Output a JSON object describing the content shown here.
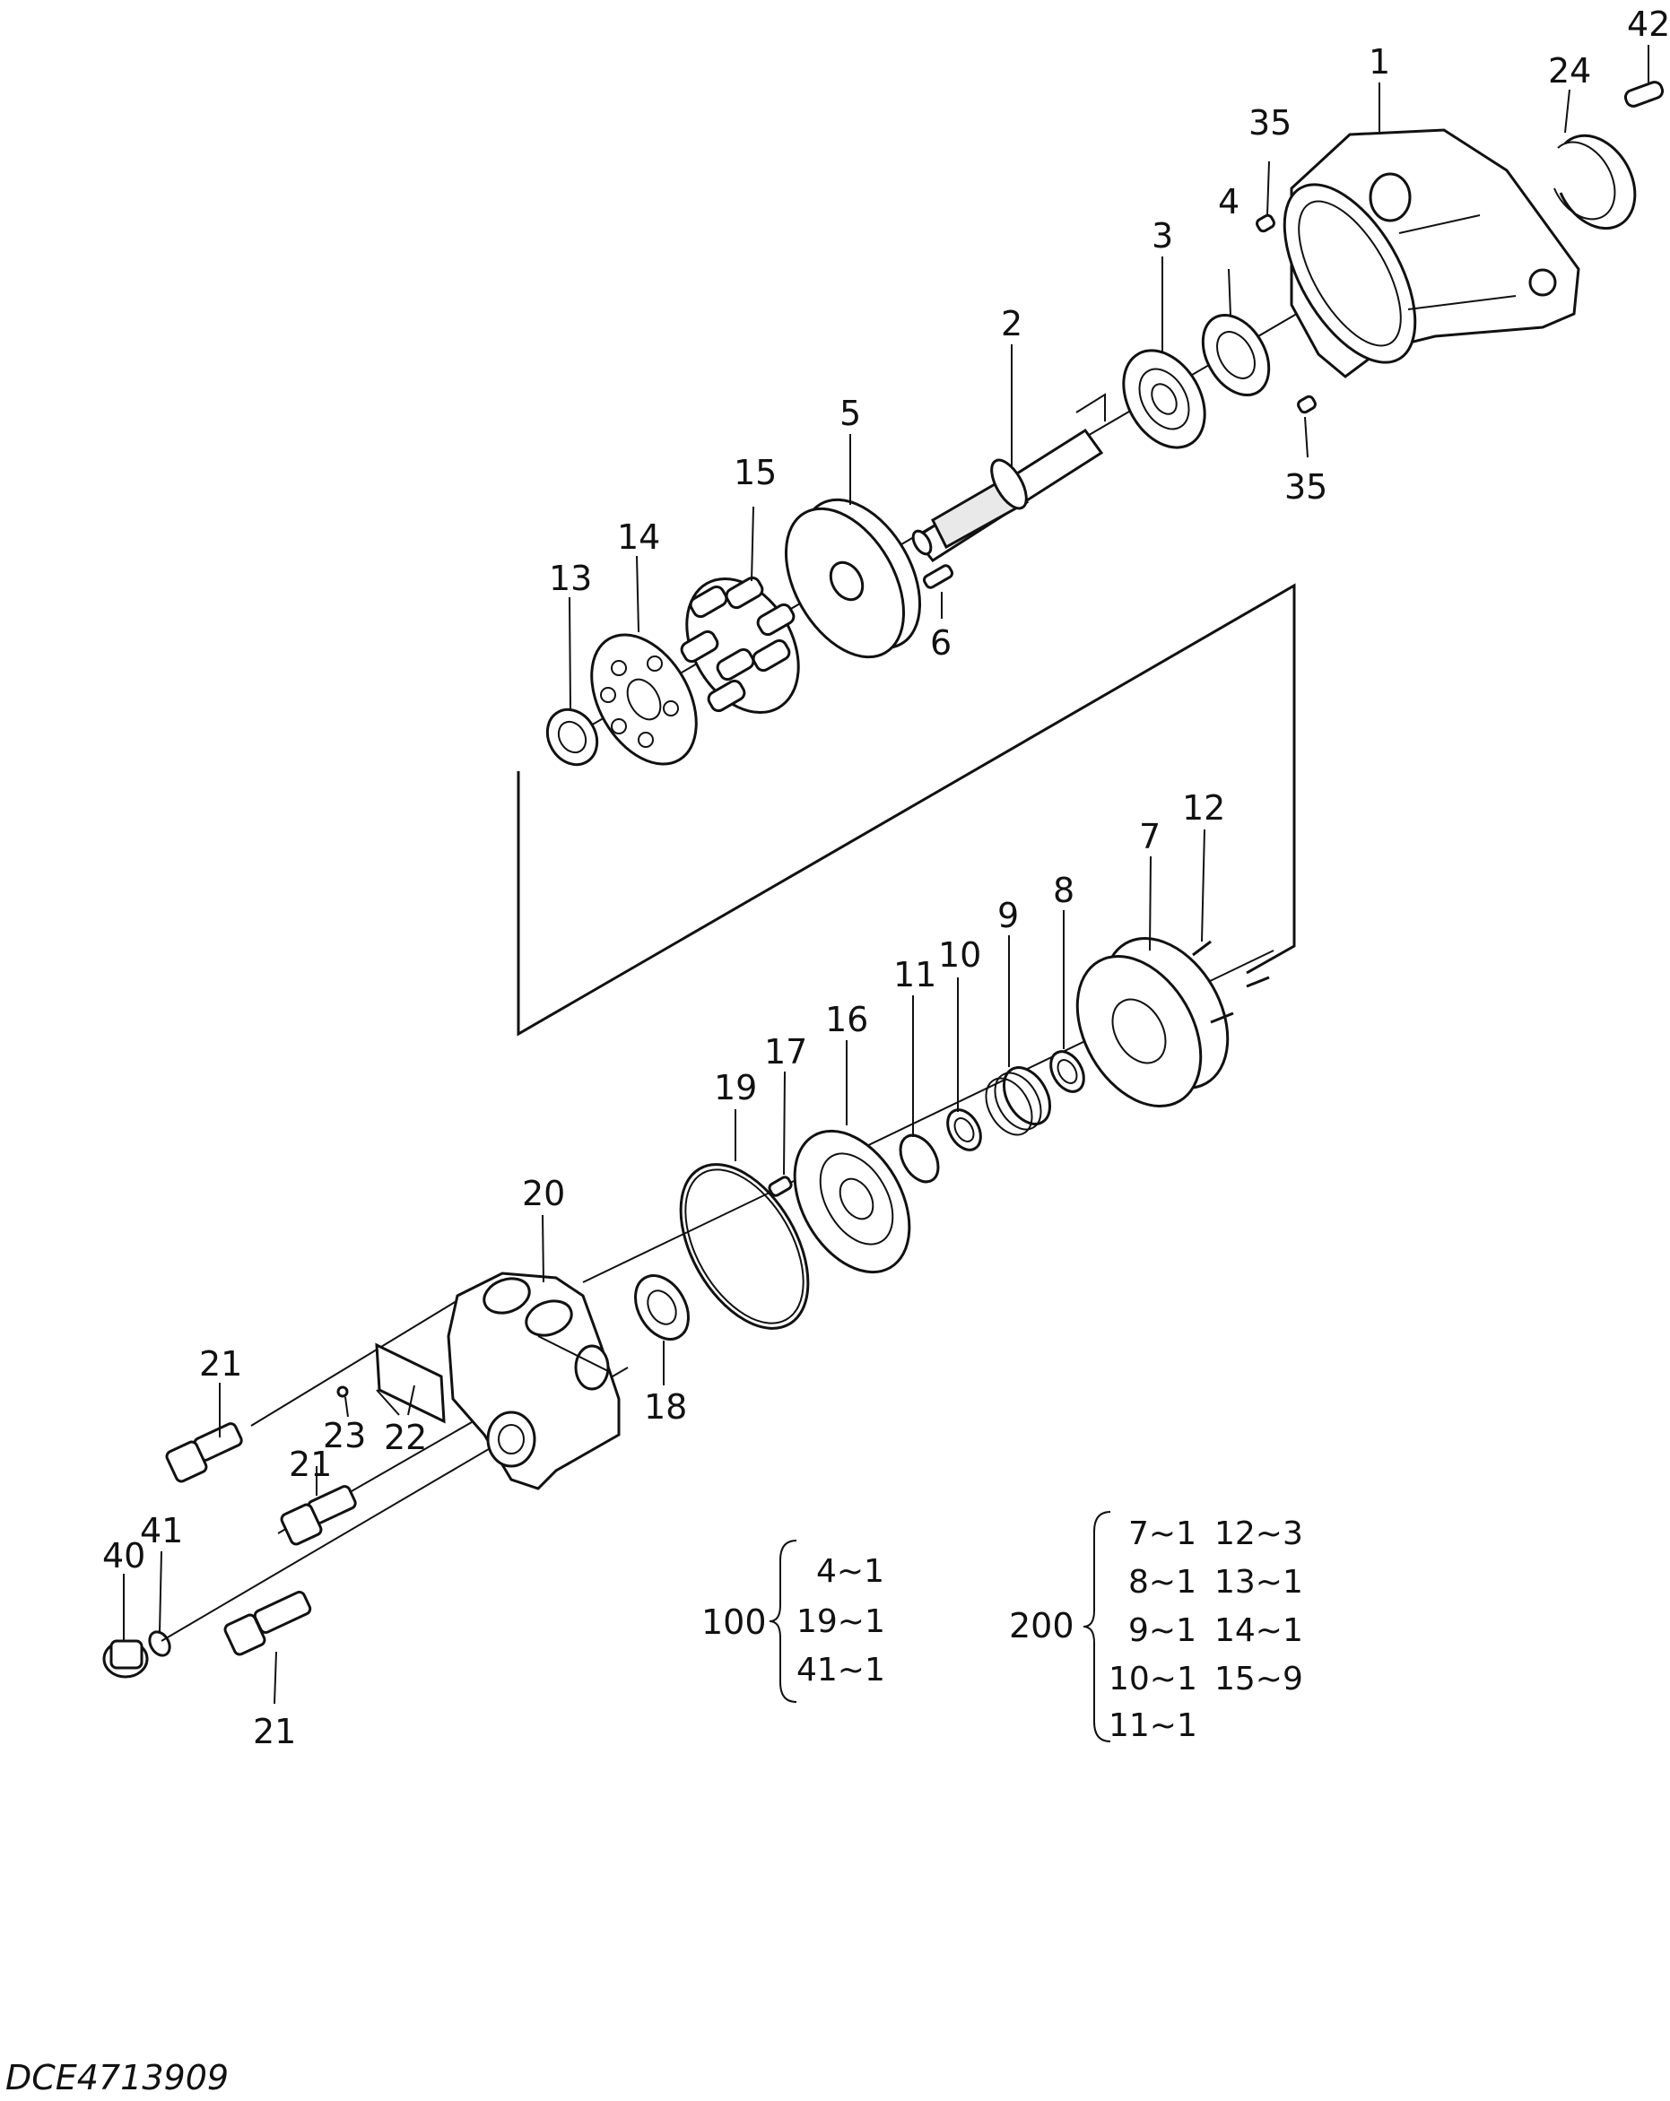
{
  "callouts": [
    "1",
    "2",
    "3",
    "4",
    "5",
    "6",
    "7",
    "8",
    "9",
    "10",
    "11",
    "12",
    "13",
    "14",
    "15",
    "16",
    "17",
    "18",
    "19",
    "20",
    "21",
    "21",
    "21",
    "22",
    "23",
    "24",
    "35",
    "35",
    "40",
    "41",
    "42"
  ],
  "assemblies": [
    {
      "number": "100",
      "items": [
        "4~1",
        "19~1",
        "41~1"
      ]
    },
    {
      "number": "200",
      "items": [
        "7~1",
        "12~3",
        "8~1",
        "13~1",
        "9~1",
        "14~1",
        "10~1",
        "15~9",
        "11~1"
      ]
    }
  ],
  "drawing_id": "DCE4713909"
}
